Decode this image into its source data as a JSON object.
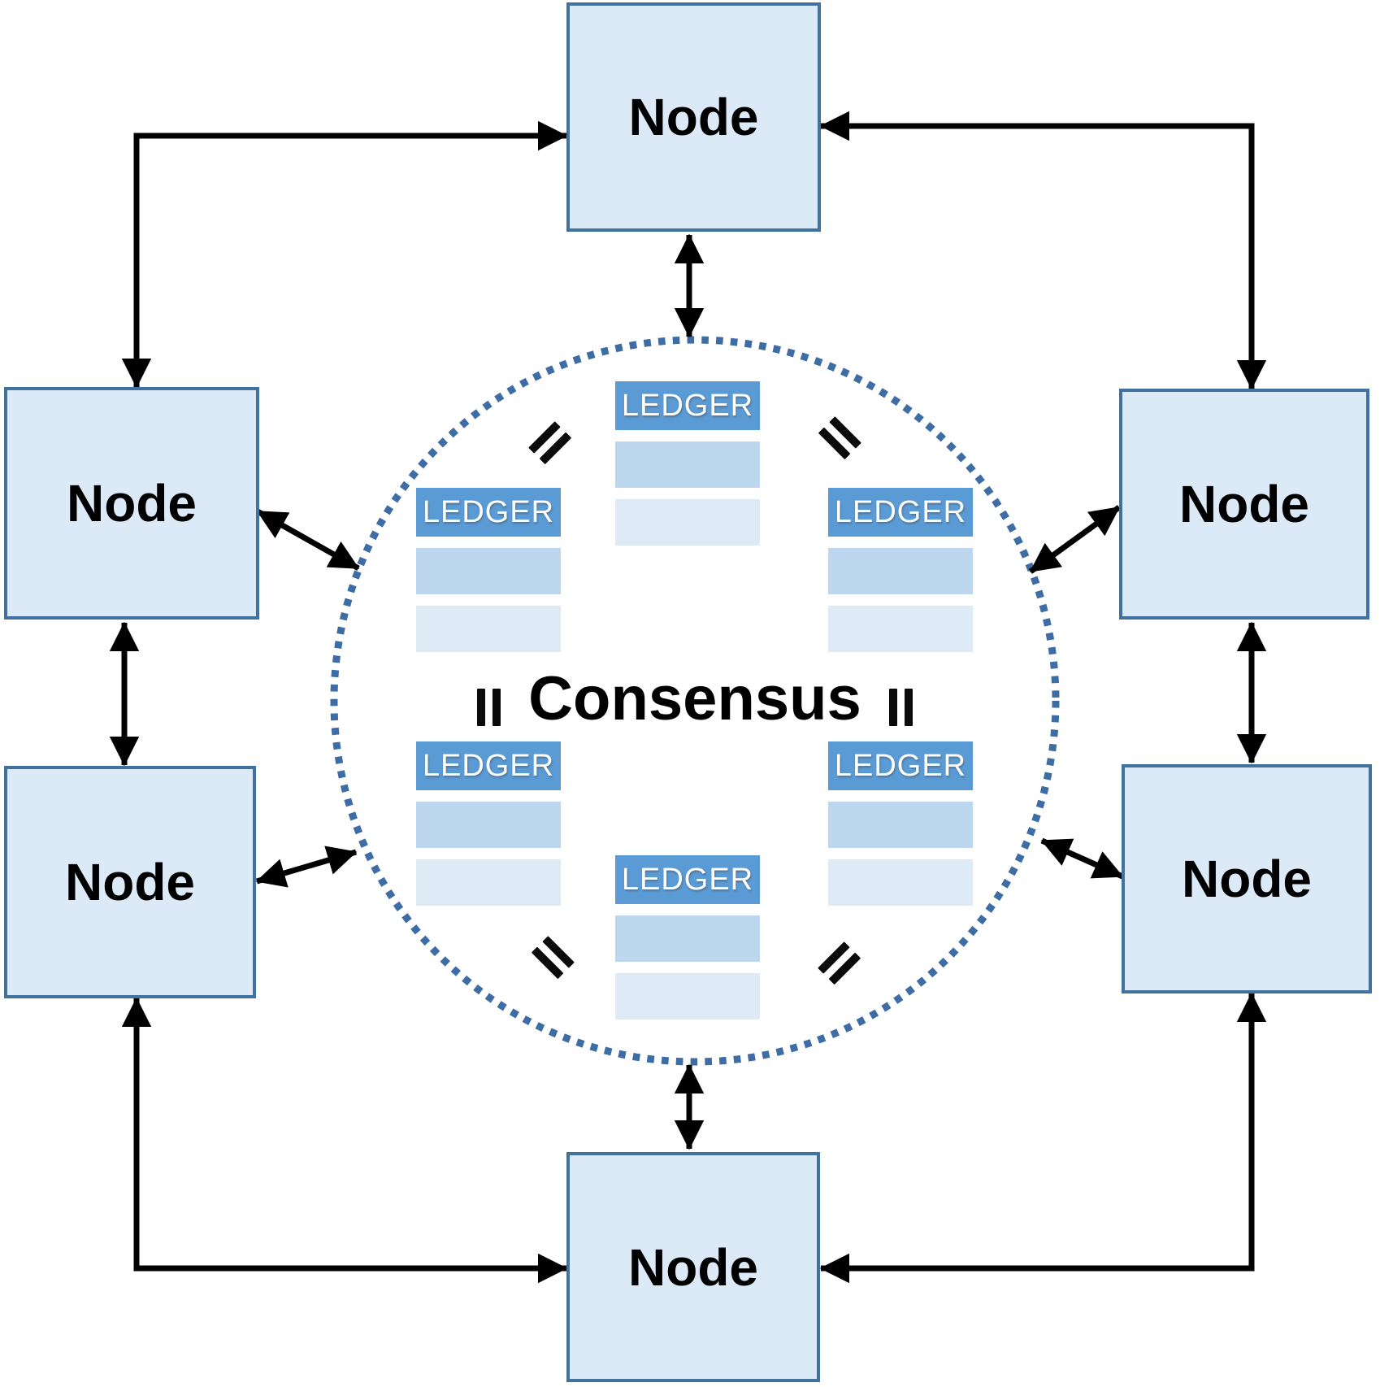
{
  "labels": {
    "node": "Node",
    "ledger": "LEDGER",
    "consensus": "Consensus"
  },
  "nodes": [
    {
      "id": "top",
      "label": "Node"
    },
    {
      "id": "left-upper",
      "label": "Node"
    },
    {
      "id": "left-lower",
      "label": "Node"
    },
    {
      "id": "right-upper",
      "label": "Node"
    },
    {
      "id": "right-lower",
      "label": "Node"
    },
    {
      "id": "bottom",
      "label": "Node"
    }
  ],
  "ledgers": [
    {
      "id": "top",
      "header": "LEDGER",
      "rows": 2
    },
    {
      "id": "upper-left",
      "header": "LEDGER",
      "rows": 2
    },
    {
      "id": "upper-right",
      "header": "LEDGER",
      "rows": 2
    },
    {
      "id": "lower-left",
      "header": "LEDGER",
      "rows": 2
    },
    {
      "id": "lower-right",
      "header": "LEDGER",
      "rows": 2
    },
    {
      "id": "bottom",
      "header": "LEDGER",
      "rows": 2
    }
  ],
  "equals_marks": [
    "top-left",
    "top-right",
    "middle-left",
    "middle-right",
    "bottom-left",
    "bottom-right"
  ],
  "connections": {
    "node_to_node": [
      "top–left-upper",
      "top–right-upper",
      "left-upper–left-lower",
      "right-upper–right-lower",
      "left-lower–bottom",
      "right-lower–bottom"
    ],
    "node_to_circle": [
      "top",
      "left-upper",
      "left-lower",
      "right-upper",
      "right-lower",
      "bottom"
    ]
  },
  "colors": {
    "node_fill": "#dce9f6",
    "node_border": "#41719e",
    "node_text": "#000000",
    "ledger_header_bg": "#5b9bd5",
    "ledger_header_text": "#ffffff",
    "ledger_row_medium": "#bdd7ee",
    "ledger_row_light": "#deebf7",
    "circle_dots": "#3e6da5",
    "arrow": "#000000",
    "equals_mark": "#0b0b0b"
  }
}
